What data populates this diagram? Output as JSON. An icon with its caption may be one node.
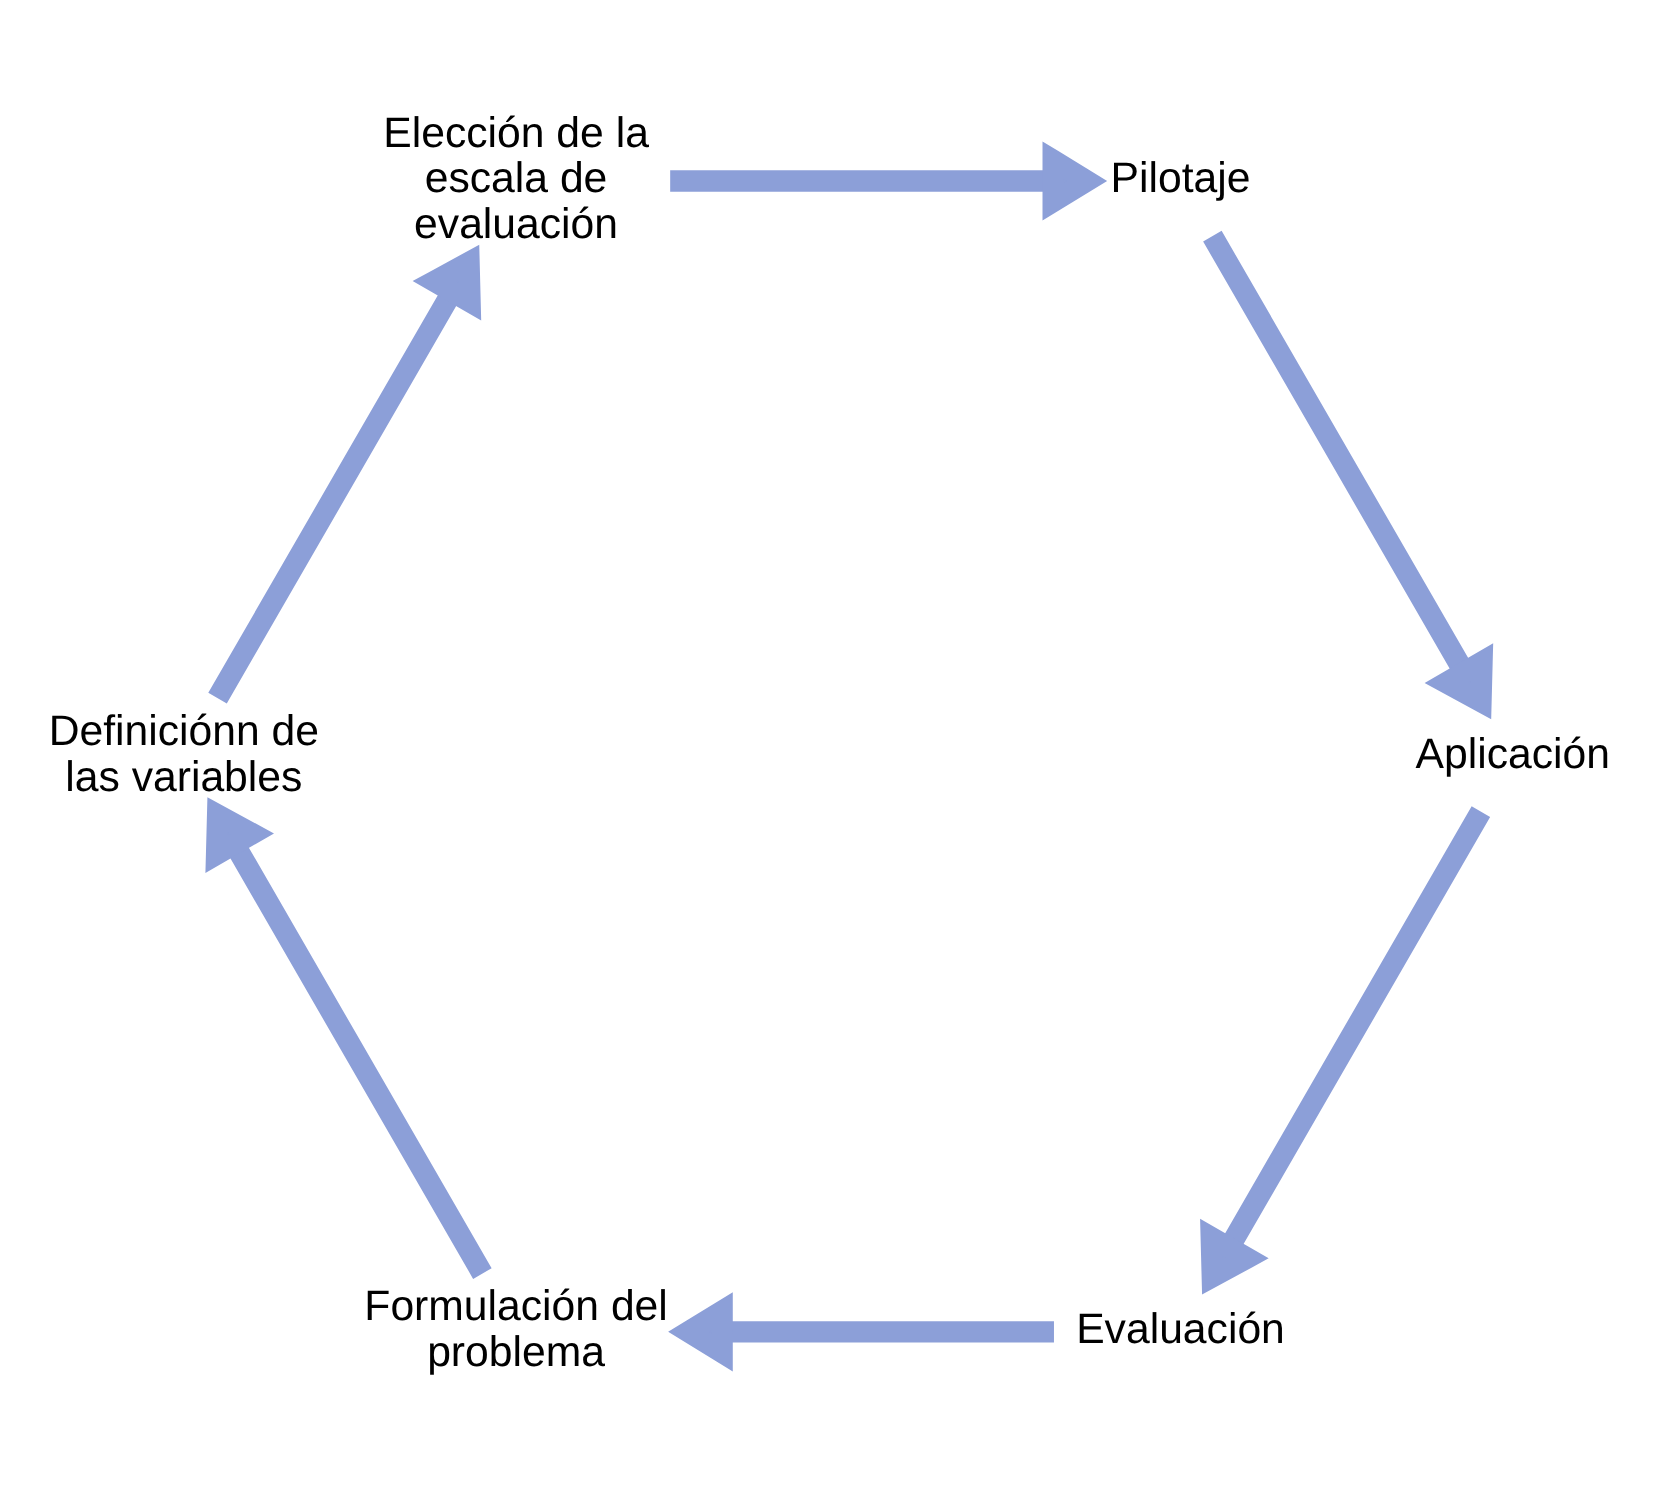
{
  "diagram": {
    "nodes": [
      {
        "text": [
          "Evaluación"
        ]
      },
      {
        "text": [
          "Formulación del problema"
        ]
      },
      {
        "text": [
          "Definiciónn de las variables"
        ]
      },
      {
        "text": [
          "Aplicación"
        ]
      },
      {
        "text": [
          "Elección de la escala de evaluación"
        ]
      },
      {
        "text": [
          "Pilotaje"
        ]
      }
    ],
    "edges": [
      {
        "from": 0,
        "to": 1,
        "arrow": "to"
      },
      {
        "from": 1,
        "to": 2,
        "arrow": "to"
      },
      {
        "from": 2,
        "to": 4,
        "arrow": "to"
      },
      {
        "from": 4,
        "to": 5,
        "arrow": "to"
      },
      {
        "from": 5,
        "to": 3,
        "arrow": "to"
      },
      {
        "from": 3,
        "to": 0,
        "arrow": "to"
      }
    ]
  }
}
